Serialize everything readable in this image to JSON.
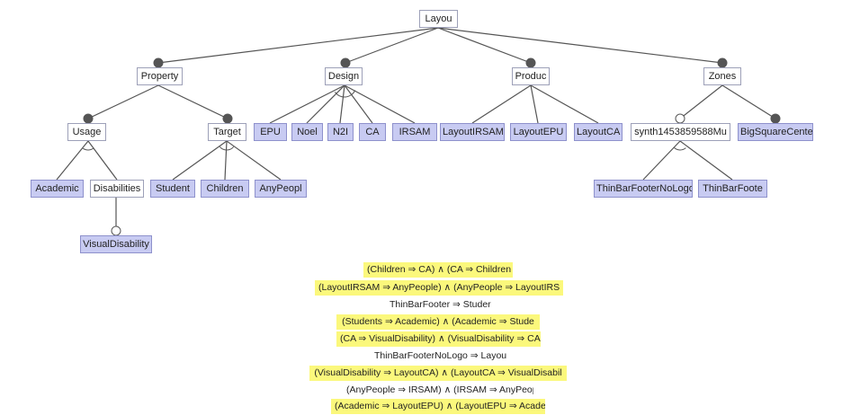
{
  "features": {
    "root": "Layou",
    "property": "Property",
    "design": "Design",
    "product": "Produc",
    "zones": "Zones",
    "usage": "Usage",
    "target": "Target",
    "epu": "EPU",
    "noel": "Noel",
    "n2i": "N2I",
    "ca": "CA",
    "irsam": "IRSAM",
    "layout_irsam": "LayoutIRSAM",
    "layout_epu": "LayoutEPU",
    "layout_ca": "LayoutCA",
    "synth": "synth1453859588Mu",
    "big_square": "BigSquareCente",
    "academic": "Academic",
    "disabilities": "Disabilities",
    "student": "Student",
    "children": "Children",
    "any_people": "AnyPeopl",
    "thin_no_logo": "ThinBarFooterNoLogo",
    "thin_footer": "ThinBarFoote",
    "visual_disability": "VisualDisability"
  },
  "constraints": [
    {
      "text": "(Children ⇒ CA) ∧ (CA ⇒ Children",
      "highlighted": true
    },
    {
      "text": "(LayoutIRSAM ⇒ AnyPeople) ∧ (AnyPeople ⇒ LayoutIRS",
      "highlighted": true
    },
    {
      "text": "ThinBarFooter ⇒ Studer",
      "highlighted": false
    },
    {
      "text": "(Students ⇒ Academic) ∧ (Academic ⇒ Stude",
      "highlighted": true
    },
    {
      "text": "(CA ⇒ VisualDisability) ∧ (VisualDisability ⇒ CA",
      "highlighted": true
    },
    {
      "text": "ThinBarFooterNoLogo ⇒ LayoutE",
      "highlighted": false
    },
    {
      "text": "(VisualDisability ⇒ LayoutCA) ∧ (LayoutCA ⇒ VisualDisabil",
      "highlighted": true
    },
    {
      "text": "(AnyPeople ⇒ IRSAM) ∧ (IRSAM ⇒ AnyPeop",
      "highlighted": false
    },
    {
      "text": "(Academic ⇒ LayoutEPU) ∧ (LayoutEPU ⇒ Acader",
      "highlighted": true
    }
  ]
}
